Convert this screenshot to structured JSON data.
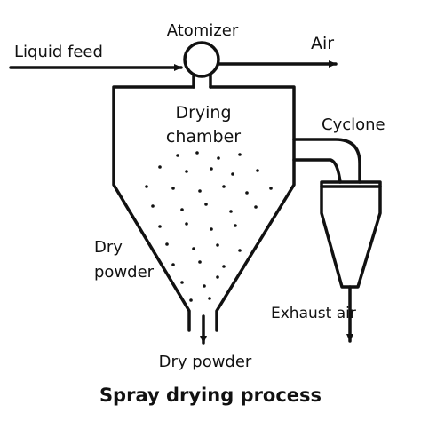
{
  "diagram": {
    "labels": {
      "atomizer": "Atomizer",
      "liquid_feed": "Liquid feed",
      "air": "Air",
      "drying_chamber_line1": "Drying",
      "drying_chamber_line2": "chamber",
      "cyclone": "Cyclone",
      "dry_powder_side_line1": "Dry",
      "dry_powder_side_line2": "powder",
      "exhaust_air": "Exhaust air",
      "dry_powder_bottom": "Dry powder"
    },
    "title": "Spray drying process"
  },
  "colors": {
    "ink": "#111111",
    "background": "#ffffff"
  }
}
